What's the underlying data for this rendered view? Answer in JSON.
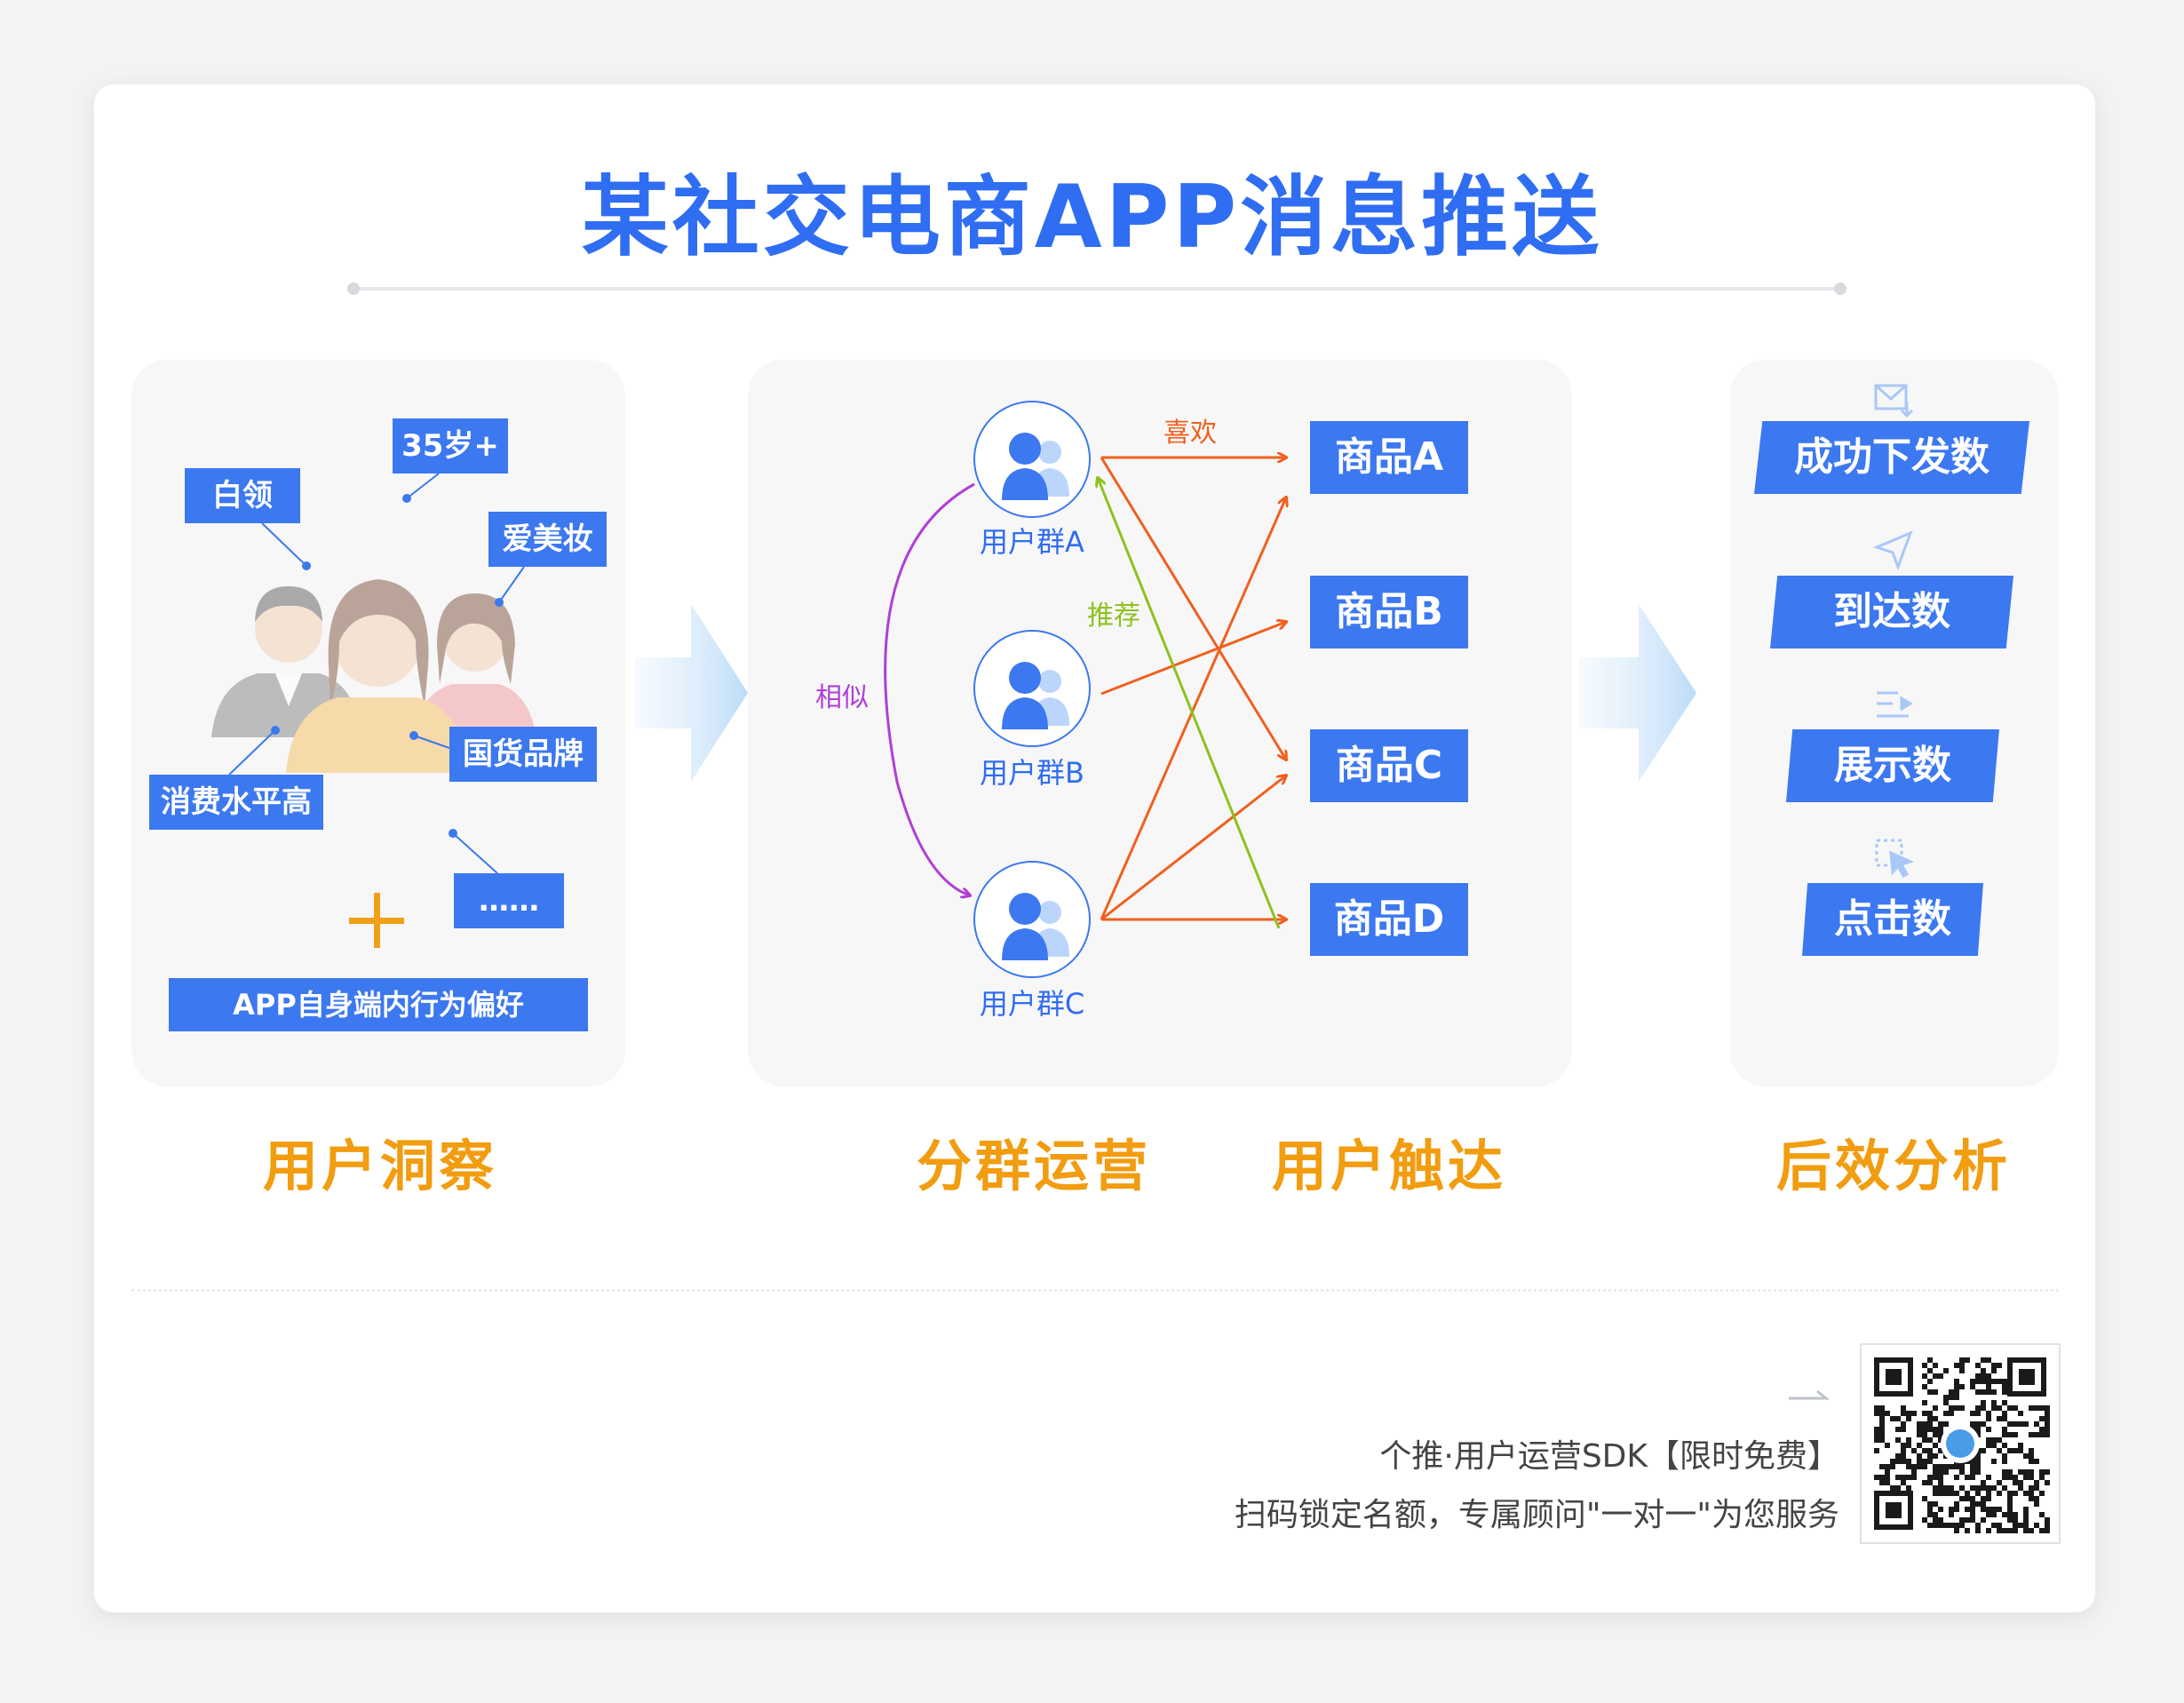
{
  "title": "某社交电商APP消息推送",
  "insight": {
    "tags": {
      "white_collar": "白领",
      "age": "35岁+",
      "beauty": "爱美妆",
      "domestic_brand": "国货品牌",
      "high_spending": "消费水平高",
      "more": "……"
    },
    "behavior": "APP自身端内行为偏好",
    "section": "用户洞察"
  },
  "grouping": {
    "groups": [
      "用户群A",
      "用户群B",
      "用户群C"
    ],
    "products": [
      "商品A",
      "商品B",
      "商品C",
      "商品D"
    ],
    "edge_labels": {
      "like": "喜欢",
      "recommend": "推荐",
      "similar": "相似"
    },
    "section_group": "分群运营",
    "section_reach": "用户触达"
  },
  "analysis": {
    "metrics": [
      {
        "label": "成功下发数",
        "icon": "mail-download-icon"
      },
      {
        "label": "到达数",
        "icon": "send-arrow-icon"
      },
      {
        "label": "展示数",
        "icon": "display-list-icon"
      },
      {
        "label": "点击数",
        "icon": "click-cursor-icon"
      }
    ],
    "section": "后效分析"
  },
  "footer": {
    "line1": "个推·用户运营SDK【限时免费】",
    "line2": "扫码锁定名额，专属顾问\"一对一\"为您服务"
  },
  "colors": {
    "primary": "#3c78f0",
    "title": "#2f6df2",
    "section": "#f29c10",
    "like_edges": "#f0601e",
    "recommend_edge": "#8cc21e",
    "similar_edge": "#b03fd6"
  }
}
